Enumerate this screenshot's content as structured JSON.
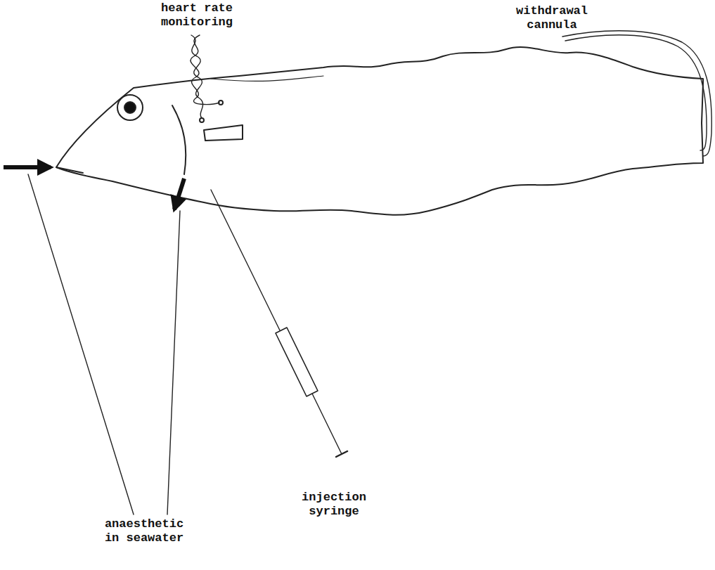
{
  "diagram": {
    "labels": [
      "heart rate monitoring",
      "withdrawal cannula",
      "anaesthetic in seawater",
      "injection syringe"
    ]
  }
}
